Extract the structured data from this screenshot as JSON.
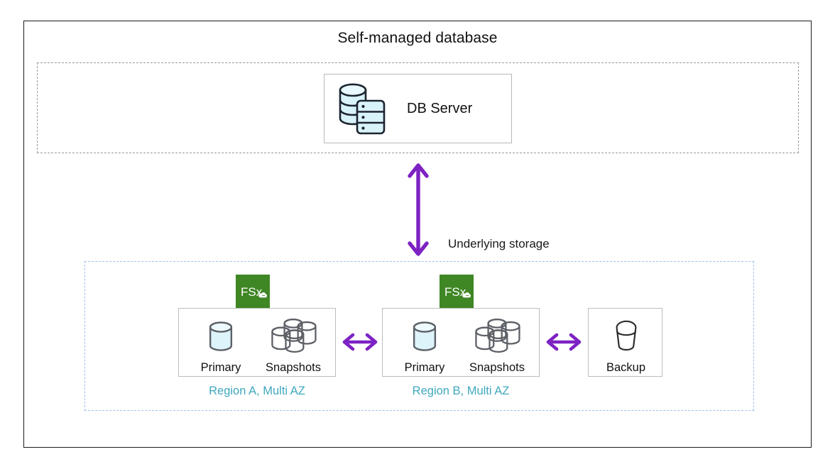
{
  "diagram": {
    "title": "Self-managed database",
    "colors": {
      "outer_border": "#1b1b1b",
      "gray_dashed": "#9a9a9a",
      "blue_dashed": "#9fc0ee",
      "arrow_purple": "#7d22c3",
      "fsx_green": "#3f8624",
      "region_label_teal": "#3ea8bf",
      "cylinder_fill": "#ddf4fa",
      "icon_stroke": "#5c6066"
    }
  },
  "top_zone": {
    "name": "self-managed-database-zone",
    "server": {
      "label": "DB Server",
      "icon": "database-server-icon"
    }
  },
  "connector": {
    "vertical_arrow": {
      "icon": "double-headed-vertical-arrow",
      "label": "Underlying storage"
    }
  },
  "storage_zone": {
    "name": "underlying-storage-zone",
    "regions": [
      {
        "id": "region-a",
        "caption": "Region A, Multi AZ",
        "service_logo": "aws-fsx-logo",
        "service_logo_text": "FSx",
        "assets": [
          {
            "label": "Primary",
            "icon": "cylinder-icon"
          },
          {
            "label": "Snapshots",
            "icon": "cylinder-stack-icon"
          }
        ]
      },
      {
        "id": "region-b",
        "caption": "Region B, Multi AZ",
        "service_logo": "aws-fsx-logo",
        "service_logo_text": "FSx",
        "assets": [
          {
            "label": "Primary",
            "icon": "cylinder-icon"
          },
          {
            "label": "Snapshots",
            "icon": "cylinder-stack-icon"
          }
        ]
      }
    ],
    "backup": {
      "label": "Backup",
      "icon": "bucket-icon"
    },
    "arrows": [
      {
        "id": "arrow-region-a-to-region-b",
        "icon": "double-headed-horizontal-arrow"
      },
      {
        "id": "arrow-region-b-to-backup",
        "icon": "double-headed-horizontal-arrow"
      }
    ]
  }
}
